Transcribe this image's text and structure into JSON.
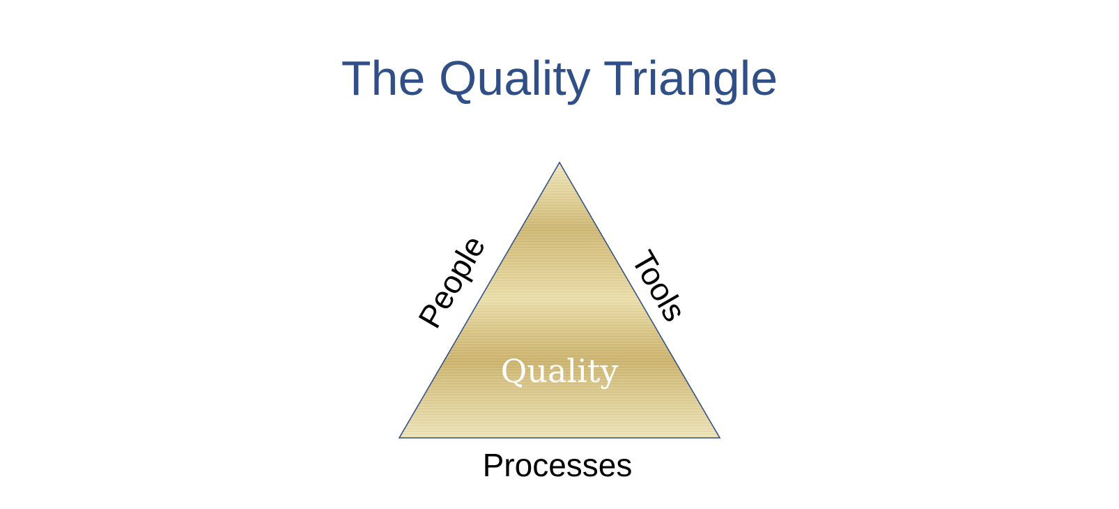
{
  "title": "The Quality Triangle",
  "triangle": {
    "center_label": "Quality",
    "left_side_label": "People",
    "right_side_label": "Tools",
    "bottom_side_label": "Processes"
  },
  "colors": {
    "title": "#2f4f86",
    "triangle_outline": "#2f4f86",
    "triangle_fill_light": "#ece1ad",
    "triangle_fill_dark": "#cdb66f",
    "center_text": "#ffffff",
    "side_text": "#000000"
  }
}
